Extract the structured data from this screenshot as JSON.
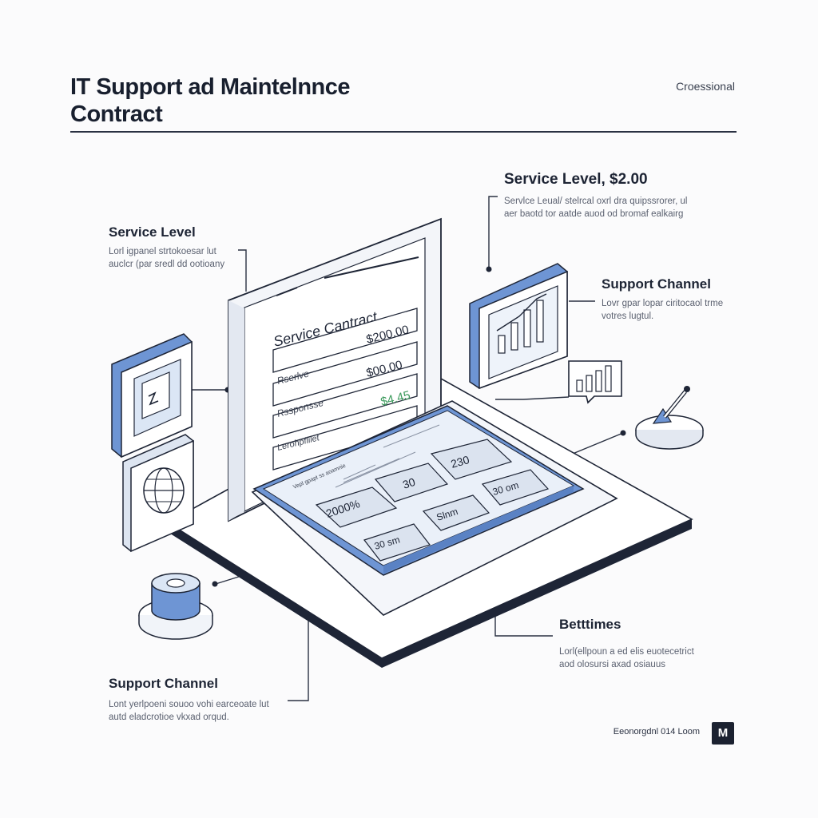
{
  "header": {
    "title": "IT Support ad Maintelnnce\nContract",
    "tag": "Croessional"
  },
  "labels": {
    "service_level_left": {
      "heading": "Service Level",
      "desc": "Lorl igpanel strtokoesar lut\nauclcr (par sredl dd ootioany"
    },
    "service_level_right": {
      "heading": "Service Level, $2.00",
      "desc": "Servlce Leual/ stelrcal oxrl dra quipssrorer, ul\naer baotd tor aatde auod od bromaf ealkairg"
    },
    "support_channel_right": {
      "heading": "Support Channel",
      "desc": "Lovr gpar lopar ciritocaol trme\nvotres lugtul."
    },
    "bettimes": {
      "heading": "Betttimes",
      "desc": "Lorl(ellpoun a ed elis euotecetrict\naod olosursi axad osiauus"
    },
    "support_channel_left": {
      "heading": "Support Channel",
      "desc": "Lont yerlpoeni souoo vohi earceoate lut\nautd eladcrotioe vkxad orqud."
    }
  },
  "contract_card": {
    "title": "Service Cantract",
    "rows": [
      {
        "label": "",
        "value": "$200.00"
      },
      {
        "label": "Rserlve",
        "value": "$00.00"
      },
      {
        "label": "Rssponsse",
        "value": "$4.45"
      },
      {
        "label": "Lerohpflilet",
        "value": ""
      }
    ]
  },
  "tablet": {
    "header_text": "Vepl gpapt ss aoamnie",
    "tiles": [
      "2000%",
      "30",
      "230",
      "Slnm",
      "30 sm",
      "30 om"
    ]
  },
  "footer": {
    "text": "Eeonorgdnl 014 Loom",
    "logo": "M"
  },
  "colors": {
    "accent_blue": "#6e95d4",
    "light_blue": "#dbe6f5",
    "ink": "#1e2536",
    "green": "#3c9a5c"
  },
  "icons": [
    "edit-icon",
    "globe-icon",
    "bar-chart-icon",
    "chat-chart-icon",
    "pen-stand-icon",
    "database-icon"
  ]
}
